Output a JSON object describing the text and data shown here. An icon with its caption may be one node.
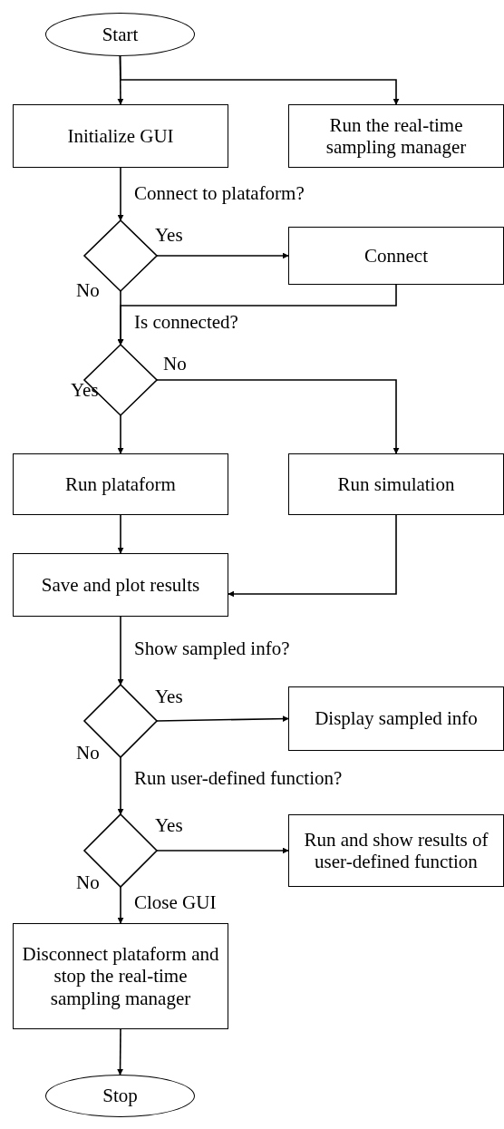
{
  "diagram": {
    "nodes": [
      {
        "text": [
          "Start"
        ]
      },
      {
        "text": [
          "Initialize GUI"
        ]
      },
      {
        "text": [
          "Run the real-time sampling manager"
        ]
      },
      {
        "text": [],
        "shape": "diamond"
      },
      {
        "text": [
          "Connect"
        ]
      },
      {
        "text": [],
        "shape": "diamond"
      },
      {
        "text": [
          "Run plataform"
        ]
      },
      {
        "text": [
          "Run simulation"
        ]
      },
      {
        "text": [
          "Save and plot results"
        ]
      },
      {
        "text": [],
        "shape": "diamond"
      },
      {
        "text": [
          "Display sampled info"
        ]
      },
      {
        "text": [],
        "shape": "diamond"
      },
      {
        "text": [
          "Run and show results of user-defined function"
        ]
      },
      {
        "text": [
          "Disconnect plataform and stop the real-time sampling manager"
        ]
      },
      {
        "text": [
          "Stop"
        ]
      }
    ],
    "edges": [
      {
        "from": 0,
        "to": 1,
        "arrow": "to"
      },
      {
        "from": 0,
        "to": 2,
        "arrow": "to"
      },
      {
        "from": 1,
        "to": 3,
        "arrow": "to"
      },
      {
        "from": 3,
        "to": 4,
        "arrow": "to",
        "label": "Yes"
      },
      {
        "from": 4,
        "to": 5,
        "arrow": "to"
      },
      {
        "from": 3,
        "to": 5,
        "arrow": "to",
        "label": "No"
      },
      {
        "from": 5,
        "to": 6,
        "arrow": "to",
        "label": "Yes"
      },
      {
        "from": 5,
        "to": 7,
        "arrow": "to",
        "label": "No"
      },
      {
        "from": 6,
        "to": 8,
        "arrow": "to"
      },
      {
        "from": 7,
        "to": 8,
        "arrow": "to"
      },
      {
        "from": 8,
        "to": 9,
        "arrow": "to"
      },
      {
        "from": 9,
        "to": 10,
        "arrow": "to",
        "label": "Yes"
      },
      {
        "from": 9,
        "to": 11,
        "arrow": "to",
        "label": "No"
      },
      {
        "from": 11,
        "to": 12,
        "arrow": "to",
        "label": "Yes"
      },
      {
        "from": 11,
        "to": 13,
        "arrow": "to",
        "label": "No"
      },
      {
        "from": 13,
        "to": 14,
        "arrow": "to"
      }
    ],
    "labels": [
      "Connect to plataform?",
      "Is connected?",
      "Show sampled info?",
      "Run user-defined function?",
      "Close GUI"
    ]
  }
}
